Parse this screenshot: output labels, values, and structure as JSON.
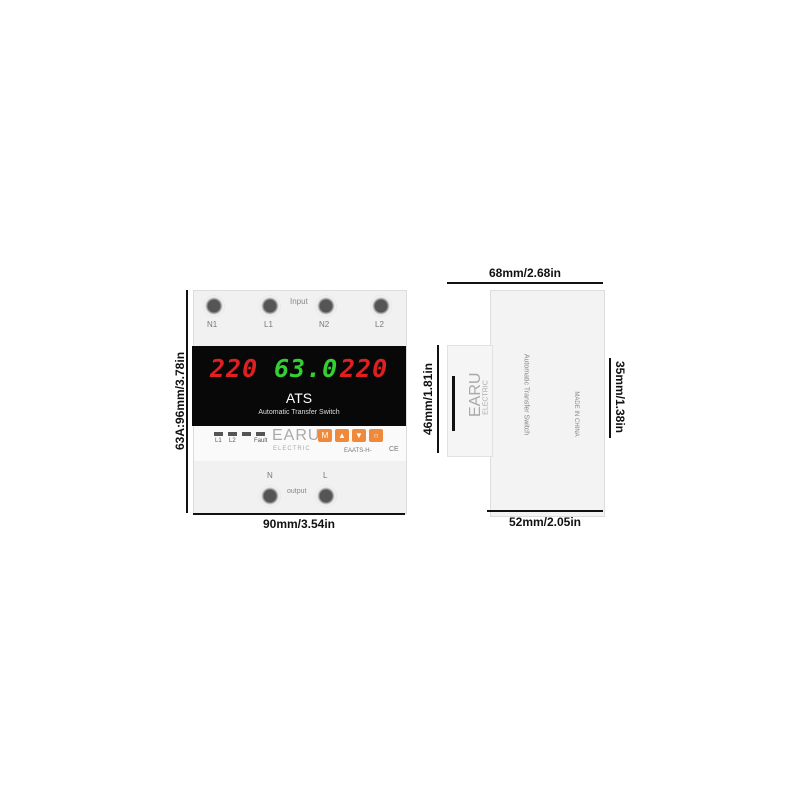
{
  "dimensions": {
    "front_height": "63A:96mm/3.78in",
    "front_width": "90mm/3.54in",
    "side_depth": "68mm/2.68in",
    "side_front_height": "46mm/1.81in",
    "side_rail": "35mm/1.38in",
    "side_back": "52mm/2.05in"
  },
  "front": {
    "input_label": "Input",
    "output_label": "output",
    "top_terminals": [
      "N1",
      "L1",
      "N2",
      "L2"
    ],
    "bottom_terminals": [
      "N",
      "L"
    ],
    "display": {
      "left": "220",
      "center": "63.0",
      "right": "220",
      "title": "ATS",
      "subtitle": "Automatic Transfer Switch"
    },
    "colors": {
      "left": "#e02020",
      "center": "#33d033",
      "right": "#e02020",
      "buttons": "#f08a3a"
    },
    "leds": [
      "L1",
      "L2",
      "",
      "Fault"
    ],
    "brand": "EARU",
    "brand_sub": "ELECTRIC",
    "model": "EAATS-H-",
    "ce": "CE",
    "buttons": [
      "M",
      "▲",
      "▼",
      "○"
    ]
  },
  "side": {
    "brand": "EARU",
    "brand_sub": "ELECTRIC",
    "product": "Automatic Transfer Switch",
    "made_in": "MADE IN CHINA"
  }
}
